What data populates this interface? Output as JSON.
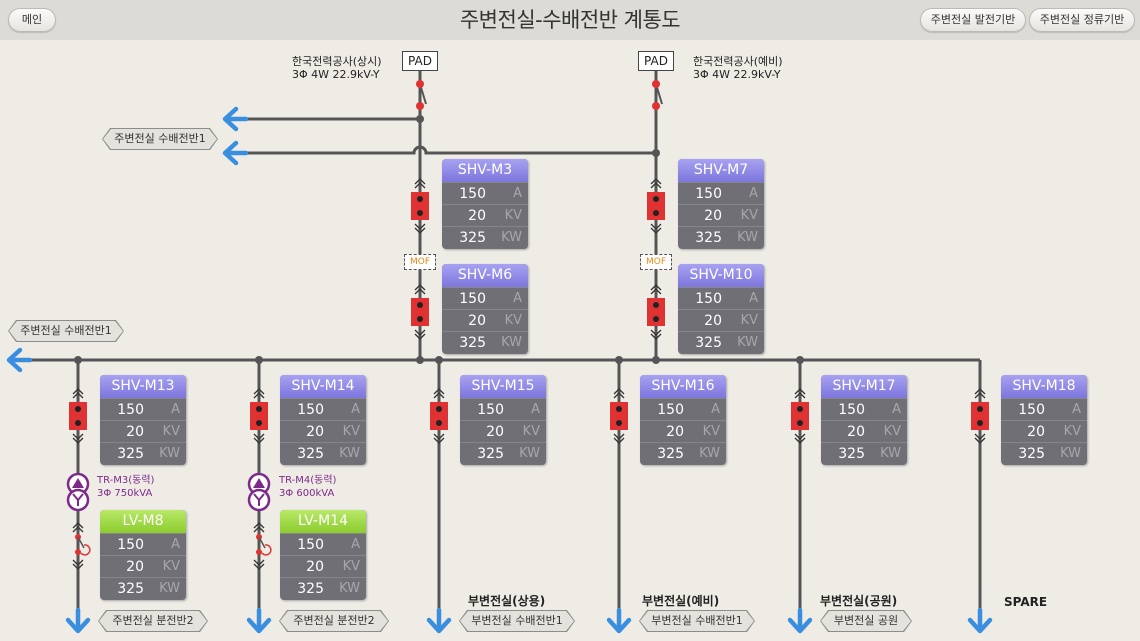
{
  "header": {
    "title": "주변전실-수배전반 계통도",
    "main_button": "메인",
    "gen_button": "주변전실 발전기반",
    "rect_button": "주변전실 정류기반"
  },
  "sources": [
    {
      "pad": "PAD",
      "name": "한국전력공사(상시)",
      "spec": "3Φ 4W 22.9kV-Y"
    },
    {
      "pad": "PAD",
      "name": "한국전력공사(예비)",
      "spec": "3Φ 4W 22.9kV-Y"
    }
  ],
  "mof": [
    "MOF",
    "MOF"
  ],
  "links": {
    "top": "주변전실 수배전반1",
    "left": "주변전실 수배전반1"
  },
  "panels": [
    {
      "name": "SHV-M3",
      "type": "shv",
      "a": "150",
      "kv": "20",
      "kw": "325"
    },
    {
      "name": "SHV-M6",
      "type": "shv",
      "a": "150",
      "kv": "20",
      "kw": "325"
    },
    {
      "name": "SHV-M7",
      "type": "shv",
      "a": "150",
      "kv": "20",
      "kw": "325"
    },
    {
      "name": "SHV-M10",
      "type": "shv",
      "a": "150",
      "kv": "20",
      "kw": "325"
    },
    {
      "name": "SHV-M13",
      "type": "shv",
      "a": "150",
      "kv": "20",
      "kw": "325"
    },
    {
      "name": "SHV-M14",
      "type": "shv",
      "a": "150",
      "kv": "20",
      "kw": "325"
    },
    {
      "name": "SHV-M15",
      "type": "shv",
      "a": "150",
      "kv": "20",
      "kw": "325"
    },
    {
      "name": "SHV-M16",
      "type": "shv",
      "a": "150",
      "kv": "20",
      "kw": "325"
    },
    {
      "name": "SHV-M17",
      "type": "shv",
      "a": "150",
      "kv": "20",
      "kw": "325"
    },
    {
      "name": "SHV-M18",
      "type": "shv",
      "a": "150",
      "kv": "20",
      "kw": "325"
    },
    {
      "name": "LV-M8",
      "type": "lv",
      "a": "150",
      "kv": "20",
      "kw": "325"
    },
    {
      "name": "LV-M14",
      "type": "lv",
      "a": "150",
      "kv": "20",
      "kw": "325"
    }
  ],
  "units": {
    "a": "A",
    "kv": "KV",
    "kw": "KW"
  },
  "transformers": [
    {
      "name": "TR-M3(동력)",
      "spec": "3Φ 750kVA"
    },
    {
      "name": "TR-M4(동력)",
      "spec": "3Φ 600kVA"
    }
  ],
  "feeders": [
    {
      "title": "",
      "link": "주변전실 분전반2"
    },
    {
      "title": "",
      "link": "주변전실 분전반2"
    },
    {
      "title": "부변전실(상용)",
      "link": "부변전실 수배전반1"
    },
    {
      "title": "부변전실(예비)",
      "link": "부변전실 수배전반1"
    },
    {
      "title": "부변전실(공원)",
      "link": "부변전실 공원"
    },
    {
      "title": "SPARE",
      "link": ""
    }
  ],
  "colors": {
    "bus": "#555555",
    "breaker": "#e03232",
    "arrow": "#3a8ee0",
    "shv_header": "#8a84e6",
    "lv_header": "#9ad43c"
  }
}
